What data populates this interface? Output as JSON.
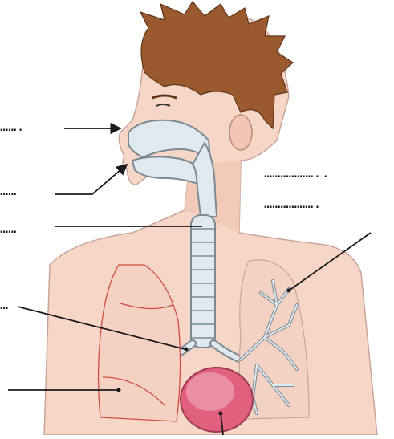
{
  "diagram": {
    "blanks": [
      {
        "id": "blank-nose",
        "text": "……."
      },
      {
        "id": "blank-mouth",
        "text": "……"
      },
      {
        "id": "blank-trachea",
        "text": "……"
      },
      {
        "id": "blank-bronchus",
        "text": "…"
      },
      {
        "id": "blank-throat",
        "text": "……………….."
      },
      {
        "id": "blank-windpipe-right",
        "text": "………………."
      }
    ],
    "colors": {
      "skin": "#f6d6c6",
      "skin_outline": "#c8a59a",
      "hair": "#9a5a2e",
      "airway": "#dfe9ef",
      "airway_outline": "#7b8a92",
      "lung_outline": "#d24a45",
      "heart": "#e0607d",
      "leader": "#1a1a1a"
    }
  }
}
